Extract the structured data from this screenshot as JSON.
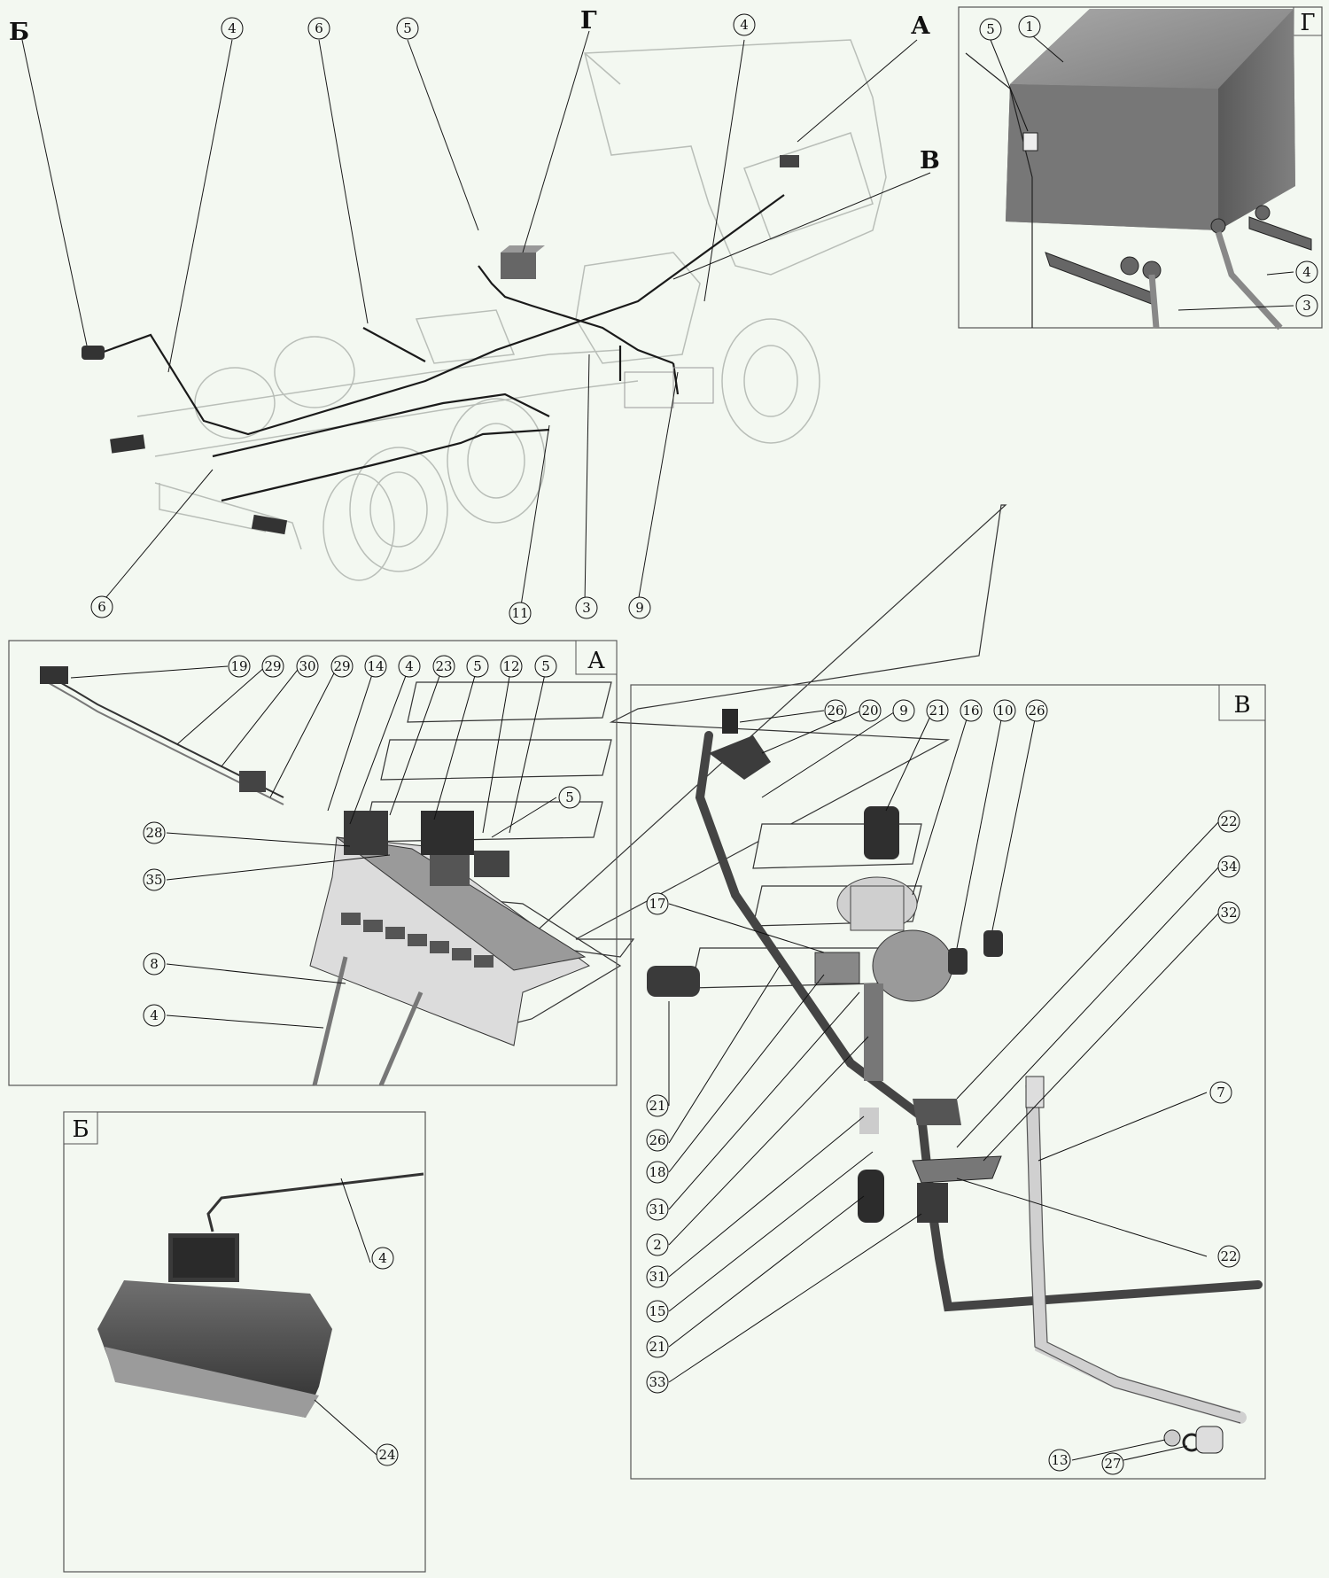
{
  "views": {
    "main": {
      "label_b": "Б",
      "label_g": "Г",
      "label_a": "А",
      "label_v": "В"
    },
    "panel_g": {
      "label": "Г"
    },
    "panel_a": {
      "label": "А"
    },
    "panel_v": {
      "label": "В"
    },
    "panel_b": {
      "label": "Б"
    }
  },
  "callouts": {
    "main": [
      "4",
      "6",
      "5",
      "4",
      "6",
      "11",
      "3",
      "9"
    ],
    "g": [
      "5",
      "1",
      "4",
      "3"
    ],
    "a": [
      "19",
      "29",
      "30",
      "29",
      "14",
      "4",
      "23",
      "5",
      "12",
      "5",
      "5",
      "28",
      "35",
      "8",
      "4"
    ],
    "v": [
      "26",
      "20",
      "9",
      "21",
      "16",
      "10",
      "26",
      "22",
      "34",
      "32",
      "17",
      "7",
      "21",
      "26",
      "18",
      "31",
      "2",
      "31",
      "15",
      "21",
      "33",
      "22",
      "13",
      "27"
    ],
    "b": [
      "4",
      "24"
    ]
  },
  "colors": {
    "background": "#f3f8f1",
    "line": "#1a1a1a",
    "faint": "#b9beb8",
    "part_dark": "#4a4a4a",
    "part_mid": "#8f8f8f",
    "part_light": "#d7d7d7"
  }
}
